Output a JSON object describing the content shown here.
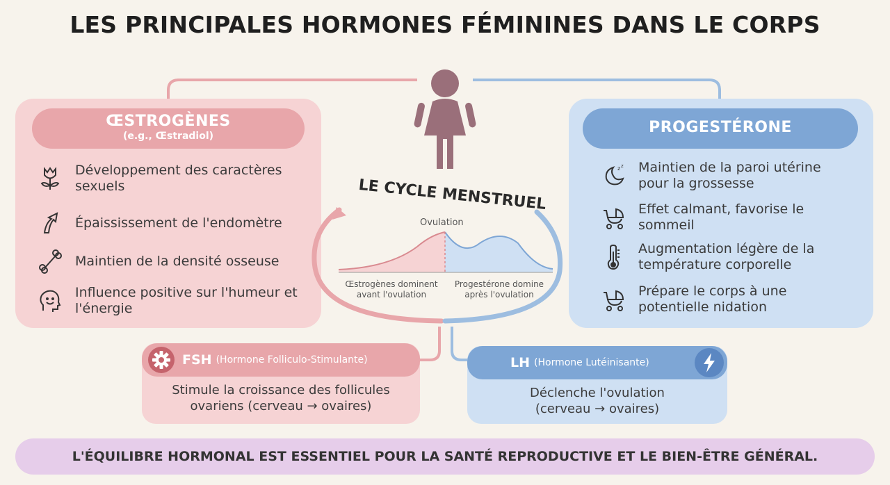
{
  "title": "LES PRINCIPALES HORMONES FÉMININES DANS LE CORPS",
  "colors": {
    "pink": "#e8a6aa",
    "pink_light": "#f6d3d4",
    "blue": "#7ea6d5",
    "blue_light": "#cfe0f3",
    "figure": "#9a6f7a",
    "footer": "#e6cdea"
  },
  "estrogen": {
    "title": "ŒSTROGÈNES",
    "subtitle": "(e.g., Œstradiol)",
    "items": [
      {
        "icon": "flower-icon",
        "text": "Développement des caractères sexuels"
      },
      {
        "icon": "arrow-up-icon",
        "text": "Épaississement de l'endomètre"
      },
      {
        "icon": "bone-icon",
        "text": "Maintien de la densité osseuse"
      },
      {
        "icon": "smiley-icon",
        "text": "Influence positive sur l'humeur et l'énergie"
      }
    ]
  },
  "progesterone": {
    "title": "PROGESTÉRONE",
    "items": [
      {
        "icon": "moon-sleep-icon",
        "text": "Maintien de la paroi utérine pour la grossesse"
      },
      {
        "icon": "stroller-icon",
        "text": "Effet calmant, favorise le sommeil"
      },
      {
        "icon": "thermometer-icon",
        "text": "Augmentation légère de la température corporelle"
      },
      {
        "icon": "stroller-icon",
        "text": "Prépare le corps à une potentielle nidation"
      }
    ]
  },
  "cycle": {
    "title": "LE CYCLE MENSTRUEL",
    "ovulation": "Ovulation",
    "left_label": "Œstrogènes dominent avant l'ovulation",
    "right_label": "Progestérone domine après l'ovulation"
  },
  "fsh": {
    "name": "FSH",
    "full": "(Hormone Folliculo-Stimulante)",
    "desc": "Stimule la croissance des follicules ovariens (cerveau → ovaires)",
    "icon": "gear-icon"
  },
  "lh": {
    "name": "LH",
    "full": "(Hormone Lutéinisante)",
    "desc": "Déclenche l'ovulation (cerveau → ovaires)",
    "icon": "lightning-icon"
  },
  "footer": "L'ÉQUILIBRE HORMONAL EST ESSENTIEL POUR LA SANTÉ REPRODUCTIVE ET LE BIEN-ÊTRE GÉNÉRAL."
}
